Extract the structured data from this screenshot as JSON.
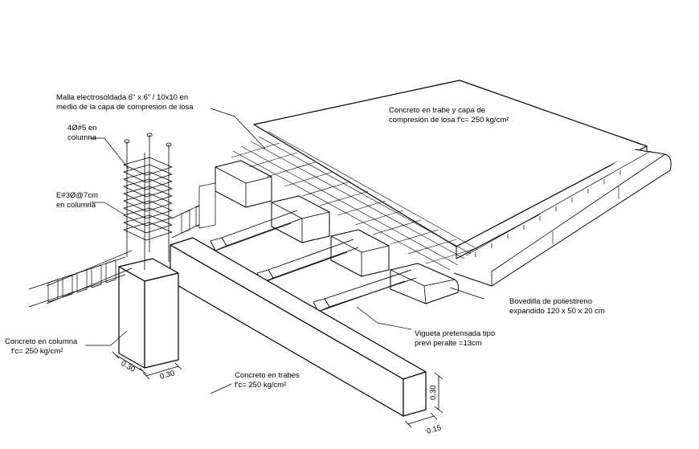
{
  "labels": {
    "malla_1": "Malla electrosoldada 6\" x 6\" / 10x10 en",
    "malla_2": "medio de la capa de compresion de losa",
    "varillas_1": "4Ø#5  en",
    "varillas_2": "columna",
    "estribos_1": "E#3Ø@7cm",
    "estribos_2": "en columna",
    "concreto_losa_1": "Concreto en trabe y capa de",
    "concreto_losa_2": "compresión de losa f'c= 250 kg/cm²",
    "bovedilla_1": "Bovedilla de poliestireno",
    "bovedilla_2": "expandido 120 x 50 x 20 cm",
    "vigueta_1": "Vigueta pretensada tipo",
    "vigueta_2": "previ peralte =13cm",
    "columna_1": "Concreto en columna",
    "columna_2": "f'c= 250 kg/cm²",
    "trabes_1": "Concreto en trabes",
    "trabes_2": "f'c= 250 kg/cm²"
  },
  "dimensions": {
    "col_a": "0.30",
    "col_b": "0.30",
    "beam_h": "0.30",
    "beam_w": "0.15"
  }
}
